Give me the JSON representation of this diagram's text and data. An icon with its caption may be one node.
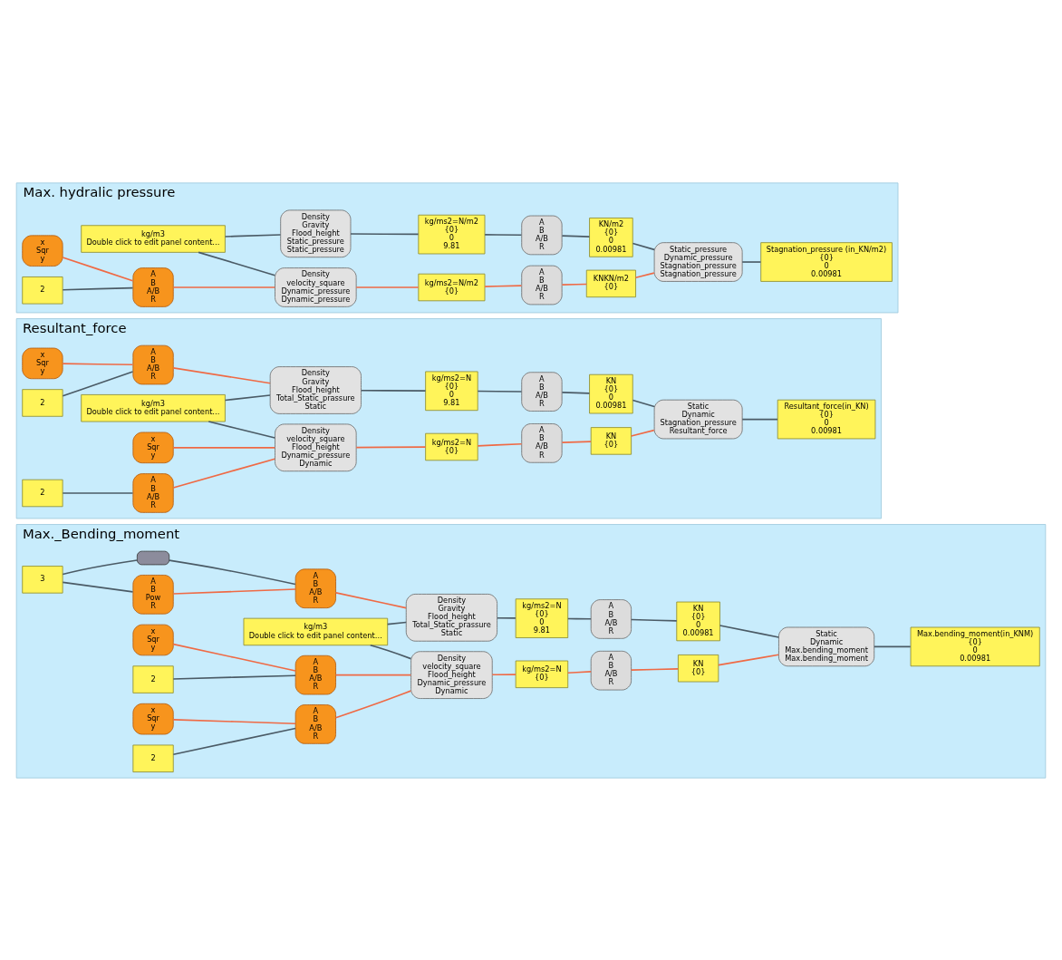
{
  "diagram": {
    "nodes": [
      {
        "text": [
          "Max. hydralic pressure"
        ]
      },
      {
        "text": [
          "kg/m3",
          "Double click to edit panel content…"
        ],
        "in": 0
      },
      {
        "text": [
          "Density",
          "Gravity",
          "Flood_height",
          "Static_pressure",
          "Static_pressure"
        ],
        "in": 0
      },
      {
        "text": [
          "x",
          "Sqr",
          "y"
        ],
        "in": 0
      },
      {
        "text": [
          "A",
          "B",
          "A/B",
          "R"
        ],
        "in": 0
      },
      {
        "text": [
          "2"
        ],
        "in": 0
      },
      {
        "text": [
          "Density",
          "velocity_square",
          "Dynamic_pressure",
          "Dynamic_pressure"
        ],
        "in": 0
      },
      {
        "text": [
          "kg/ms2=N/m2",
          "{0}",
          "0",
          "9.81"
        ],
        "in": 0
      },
      {
        "text": [
          "A",
          "B",
          "A/B",
          "R"
        ],
        "in": 0
      },
      {
        "text": [
          "KN/m2",
          "{0}",
          "0",
          "0.00981"
        ],
        "in": 0
      },
      {
        "text": [
          "kg/ms2=N/m2",
          "{0}"
        ],
        "in": 0
      },
      {
        "text": [
          "A",
          "B",
          "A/B",
          "R"
        ],
        "in": 0
      },
      {
        "text": [
          "KNKN/m2",
          "{0}"
        ],
        "in": 0
      },
      {
        "text": [
          "Static_pressure",
          "Dynamic_pressure",
          "Stagnation_pressure",
          "Stagnation_pressure"
        ],
        "in": 0
      },
      {
        "text": [
          "Stagnation_pressure (in_KN/m2)",
          "{0}",
          "0",
          "0.00981"
        ],
        "in": 0
      },
      {
        "text": [
          "Resultant_force"
        ]
      },
      {
        "text": [
          "kg/m3",
          "Double click to edit panel content…"
        ],
        "in": 15
      },
      {
        "text": [
          "Density",
          "Gravity",
          "Flood_height",
          "Total_Static_prassure",
          "Static"
        ],
        "in": 15
      },
      {
        "text": [
          "x",
          "Sqr",
          "y"
        ],
        "in": 15
      },
      {
        "text": [
          "A",
          "B",
          "A/B",
          "R"
        ],
        "in": 15
      },
      {
        "text": [
          "2"
        ],
        "in": 15
      },
      {
        "text": [
          "x",
          "Sqr",
          "y"
        ],
        "in": 15
      },
      {
        "text": [
          "A",
          "B",
          "A/B",
          "R"
        ],
        "in": 15
      },
      {
        "text": [
          "2"
        ],
        "in": 15
      },
      {
        "text": [
          "Density",
          "velocity_square",
          "Flood_height",
          "Dynamic_pressure",
          "Dynamic"
        ],
        "in": 15
      },
      {
        "text": [
          "kg/ms2=N",
          "{0}",
          "0",
          "9.81"
        ],
        "in": 15
      },
      {
        "text": [
          "A",
          "B",
          "A/B",
          "R"
        ],
        "in": 15
      },
      {
        "text": [
          "KN",
          "{0}",
          "0",
          "0.00981"
        ],
        "in": 15
      },
      {
        "text": [
          "kg/ms2=N",
          "{0}"
        ],
        "in": 15
      },
      {
        "text": [
          "A",
          "B",
          "A/B",
          "R"
        ],
        "in": 15
      },
      {
        "text": [
          "KN",
          "{0}"
        ],
        "in": 15
      },
      {
        "text": [
          "Static",
          "Dynamic",
          "Stagnation_pressure",
          "Resultant_force"
        ],
        "in": 15
      },
      {
        "text": [
          "Resultant_force(in_KN)",
          "{0}",
          "0",
          "0.00981"
        ],
        "in": 15
      },
      {
        "text": [
          "Max._Bending_moment"
        ]
      },
      {
        "text": [
          "kg/m3",
          "Double click to edit panel content…"
        ],
        "in": 33
      },
      {
        "text": [
          "A",
          "B",
          "Pow",
          "R"
        ],
        "in": 33
      },
      {
        "text": [
          "3"
        ],
        "in": 33
      },
      {
        "text": [],
        "shape": "box",
        "in": 33
      },
      {
        "text": [
          "A",
          "B",
          "A/B",
          "R"
        ],
        "in": 33
      },
      {
        "text": [
          "Density",
          "Gravity",
          "Flood_height",
          "Total_Static_prassure",
          "Static"
        ],
        "in": 33
      },
      {
        "text": [
          "x",
          "Sqr",
          "y"
        ],
        "in": 33
      },
      {
        "text": [
          "2"
        ],
        "in": 33
      },
      {
        "text": [
          "A",
          "B",
          "A/B",
          "R"
        ],
        "in": 33
      },
      {
        "text": [
          "x",
          "Sqr",
          "y"
        ],
        "in": 33
      },
      {
        "text": [
          "A",
          "B",
          "A/B",
          "R"
        ],
        "in": 33
      },
      {
        "text": [
          "2"
        ],
        "in": 33
      },
      {
        "text": [
          "Density",
          "velocity_square",
          "Flood_height",
          "Dynamic_pressure",
          "Dynamic"
        ],
        "in": 33
      },
      {
        "text": [
          "kg/ms2=N",
          "{0}",
          "0",
          "9.81"
        ],
        "in": 33
      },
      {
        "text": [
          "A",
          "B",
          "A/B",
          "R"
        ],
        "in": 33
      },
      {
        "text": [
          "KN",
          "{0}",
          "0",
          "0.00981"
        ],
        "in": 33
      },
      {
        "text": [
          "kg/ms2=N",
          "{0}"
        ],
        "in": 33
      },
      {
        "text": [
          "A",
          "B",
          "A/B",
          "R"
        ],
        "in": 33
      },
      {
        "text": [
          "KN",
          "{0}"
        ],
        "in": 33
      },
      {
        "text": [
          "Static",
          "Dynamic",
          "Max.bending_moment",
          "Max.bending_moment"
        ],
        "in": 33
      },
      {
        "text": [
          "Max.bending_moment(in_KNM)",
          "{0}",
          "0",
          "0.00981"
        ],
        "in": 33
      }
    ],
    "edges": [
      {
        "from": 1,
        "to": 2,
        "arrow": "none"
      },
      {
        "from": 1,
        "to": 6,
        "arrow": "none"
      },
      {
        "from": 3,
        "to": 4,
        "arrow": "none",
        "color": "#ef6a45"
      },
      {
        "from": 5,
        "to": 4,
        "arrow": "none"
      },
      {
        "from": 4,
        "to": 6,
        "arrow": "none",
        "color": "#ef6a45"
      },
      {
        "from": 2,
        "to": 7,
        "arrow": "none"
      },
      {
        "from": 7,
        "to": 8,
        "arrow": "none"
      },
      {
        "from": 8,
        "to": 9,
        "arrow": "none"
      },
      {
        "from": 9,
        "to": 13,
        "arrow": "none"
      },
      {
        "from": 6,
        "to": 10,
        "arrow": "none",
        "color": "#ef6a45"
      },
      {
        "from": 10,
        "to": 11,
        "arrow": "none",
        "color": "#ef6a45"
      },
      {
        "from": 11,
        "to": 12,
        "arrow": "none",
        "color": "#ef6a45"
      },
      {
        "from": 12,
        "to": 13,
        "arrow": "none",
        "color": "#ef6a45"
      },
      {
        "from": 13,
        "to": 14,
        "arrow": "none"
      },
      {
        "from": 16,
        "to": 17,
        "arrow": "none"
      },
      {
        "from": 16,
        "to": 24,
        "arrow": "none"
      },
      {
        "from": 18,
        "to": 19,
        "arrow": "none",
        "color": "#ef6a45"
      },
      {
        "from": 20,
        "to": 19,
        "arrow": "none"
      },
      {
        "from": 19,
        "to": 17,
        "arrow": "none",
        "color": "#ef6a45"
      },
      {
        "from": 21,
        "to": 24,
        "arrow": "none",
        "color": "#ef6a45"
      },
      {
        "from": 23,
        "to": 22,
        "arrow": "none"
      },
      {
        "from": 22,
        "to": 24,
        "arrow": "none",
        "color": "#ef6a45"
      },
      {
        "from": 17,
        "to": 25,
        "arrow": "none"
      },
      {
        "from": 25,
        "to": 26,
        "arrow": "none"
      },
      {
        "from": 26,
        "to": 27,
        "arrow": "none"
      },
      {
        "from": 27,
        "to": 31,
        "arrow": "none"
      },
      {
        "from": 24,
        "to": 28,
        "arrow": "none",
        "color": "#ef6a45"
      },
      {
        "from": 28,
        "to": 29,
        "arrow": "none",
        "color": "#ef6a45"
      },
      {
        "from": 29,
        "to": 30,
        "arrow": "none",
        "color": "#ef6a45"
      },
      {
        "from": 30,
        "to": 31,
        "arrow": "none",
        "color": "#ef6a45"
      },
      {
        "from": 31,
        "to": 32,
        "arrow": "none"
      },
      {
        "from": 34,
        "to": 39,
        "arrow": "none"
      },
      {
        "from": 34,
        "to": 46,
        "arrow": "none"
      },
      {
        "from": 36,
        "to": 35,
        "arrow": "none"
      },
      {
        "from": 36,
        "to": 37,
        "arrow": "none"
      },
      {
        "from": 35,
        "to": 38,
        "arrow": "none",
        "color": "#ef6a45"
      },
      {
        "from": 37,
        "to": 38,
        "arrow": "none"
      },
      {
        "from": 38,
        "to": 39,
        "arrow": "none",
        "color": "#ef6a45"
      },
      {
        "from": 40,
        "to": 42,
        "arrow": "none",
        "color": "#ef6a45"
      },
      {
        "from": 41,
        "to": 42,
        "arrow": "none"
      },
      {
        "from": 42,
        "to": 46,
        "arrow": "none",
        "color": "#ef6a45"
      },
      {
        "from": 43,
        "to": 44,
        "arrow": "none",
        "color": "#ef6a45"
      },
      {
        "from": 45,
        "to": 44,
        "arrow": "none"
      },
      {
        "from": 44,
        "to": 46,
        "arrow": "none",
        "color": "#ef6a45"
      },
      {
        "from": 39,
        "to": 47,
        "arrow": "none"
      },
      {
        "from": 47,
        "to": 48,
        "arrow": "none"
      },
      {
        "from": 48,
        "to": 49,
        "arrow": "none"
      },
      {
        "from": 49,
        "to": 53,
        "arrow": "none"
      },
      {
        "from": 46,
        "to": 50,
        "arrow": "none",
        "color": "#ef6a45"
      },
      {
        "from": 50,
        "to": 51,
        "arrow": "none",
        "color": "#ef6a45"
      },
      {
        "from": 51,
        "to": 52,
        "arrow": "none",
        "color": "#ef6a45"
      },
      {
        "from": 52,
        "to": 53,
        "arrow": "none",
        "color": "#ef6a45"
      },
      {
        "from": 53,
        "to": 54,
        "arrow": "none"
      }
    ]
  }
}
